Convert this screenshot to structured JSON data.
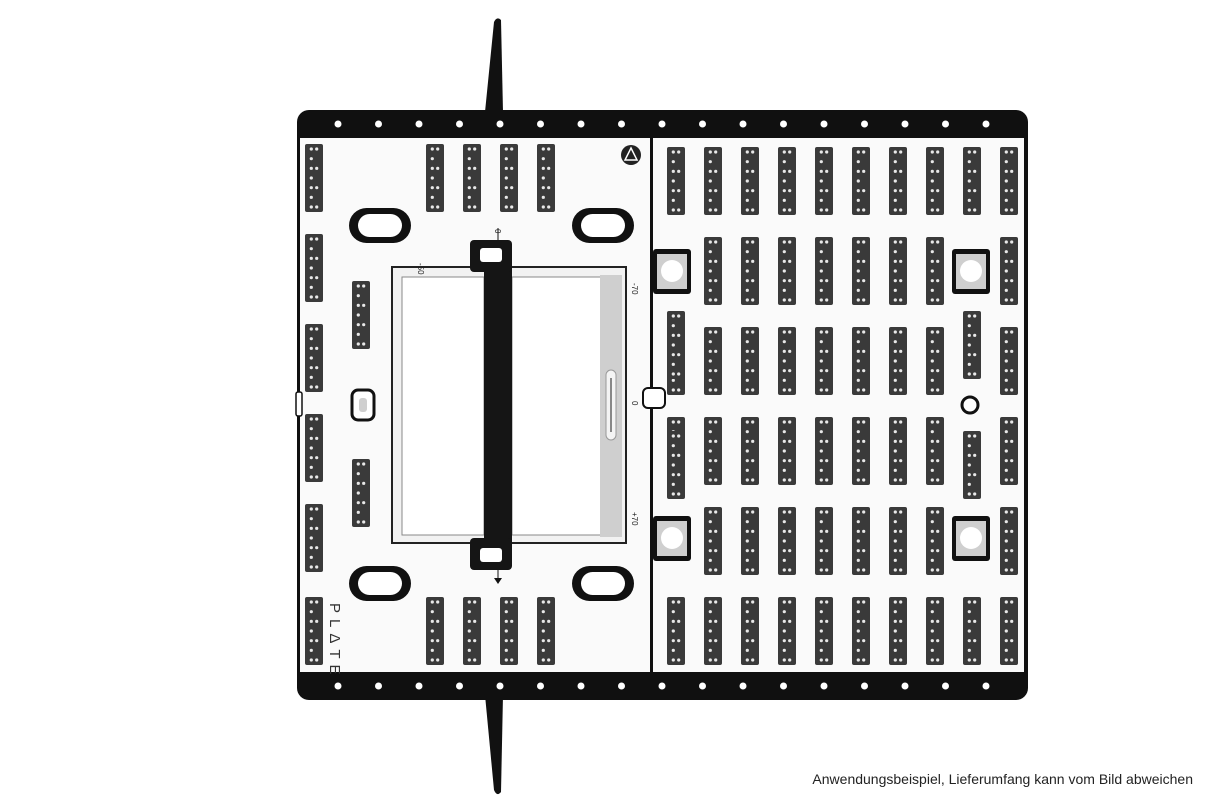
{
  "image": {
    "kind": "product-photo",
    "subject": "mounting-plate",
    "caption": "Anwendungsbeispiel, Lieferumfang kann vom Bild abweichen",
    "brand_mark": "PLΔTE",
    "scale_labels": {
      "left_top": "-50",
      "center_top": "0",
      "right_upper": "-70",
      "right_middle": "0",
      "right_lower": "+70"
    },
    "colors": {
      "frame": "#101010",
      "plate": "#fafafa",
      "slot": "#3a3a3a",
      "slot_hole": "#e8e8e8",
      "window_border": "#222222",
      "accent_silver": "#cfcfcf"
    }
  }
}
